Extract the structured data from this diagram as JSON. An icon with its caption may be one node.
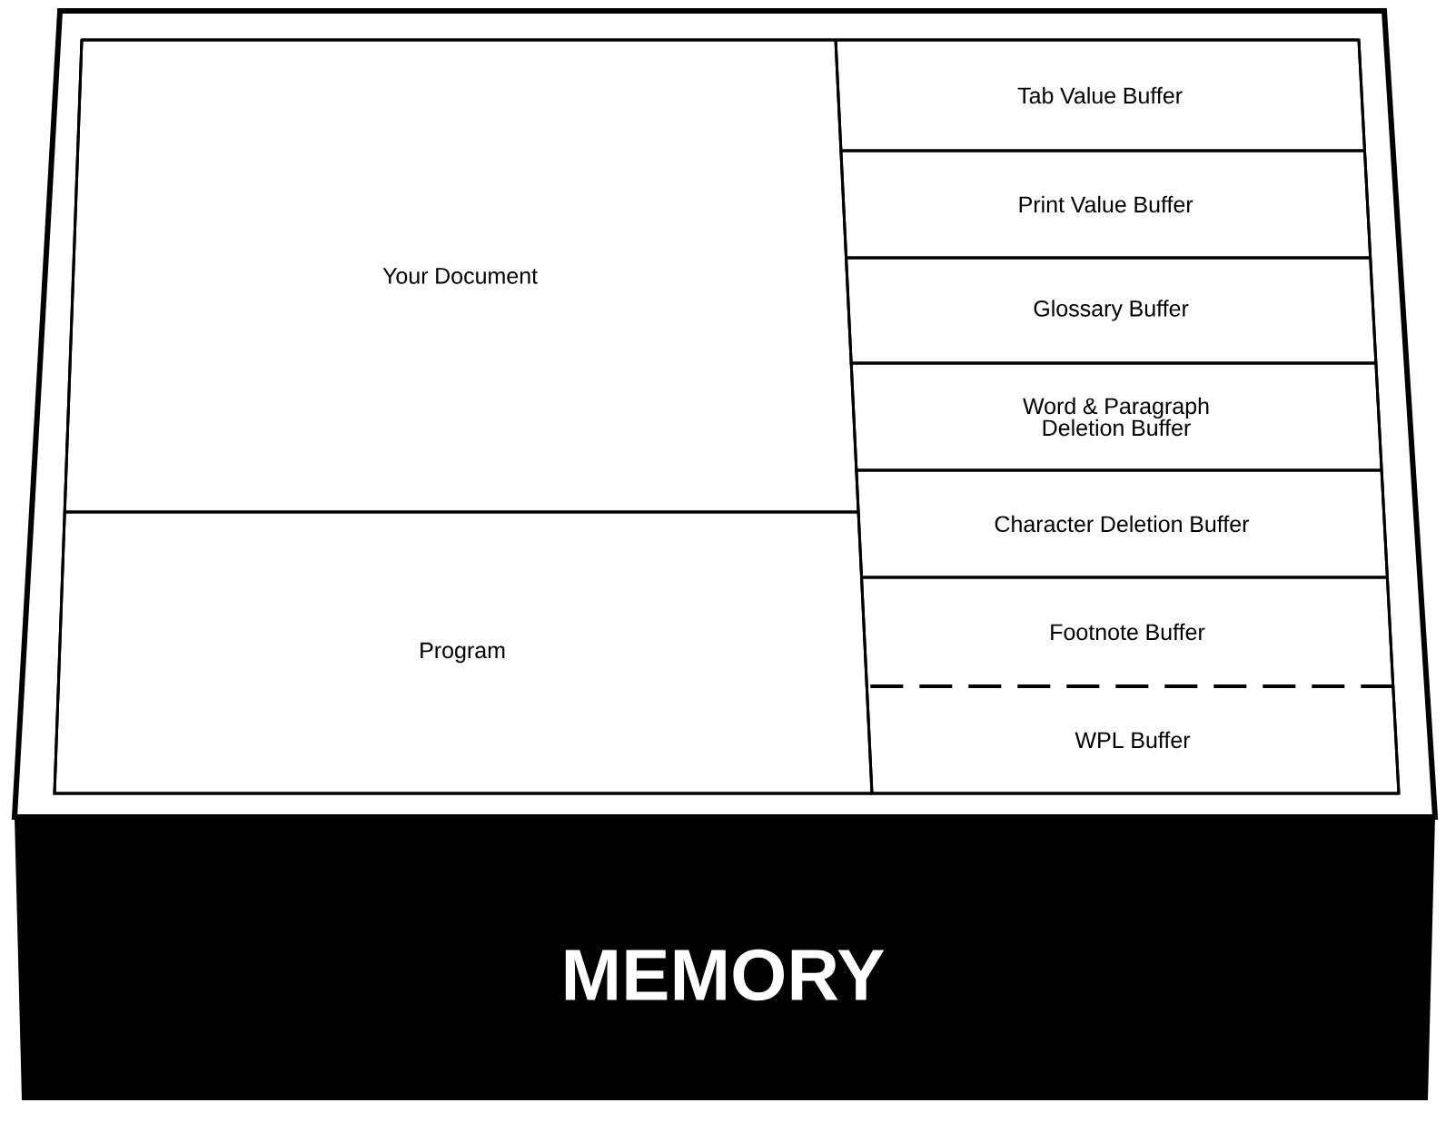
{
  "diagram": {
    "nodes": [
      {
        "text": [
          "MEMORY"
        ]
      },
      {
        "text": [
          "Your Document"
        ],
        "in": 0
      },
      {
        "text": [
          "Program"
        ],
        "in": 0
      },
      {
        "text": [
          "Tab Value Buffer"
        ],
        "in": 0
      },
      {
        "text": [
          "Print Value Buffer"
        ],
        "in": 0
      },
      {
        "text": [
          "Glossary Buffer"
        ],
        "in": 0
      },
      {
        "text": [
          "Word & Paragraph Deletion Buffer"
        ],
        "in": 0
      },
      {
        "text": [
          "Character Deletion Buffer"
        ],
        "in": 0
      },
      {
        "text": [
          "Footnote Buffer"
        ],
        "in": 0
      },
      {
        "text": [
          "WPL Buffer"
        ],
        "in": 0
      }
    ]
  }
}
